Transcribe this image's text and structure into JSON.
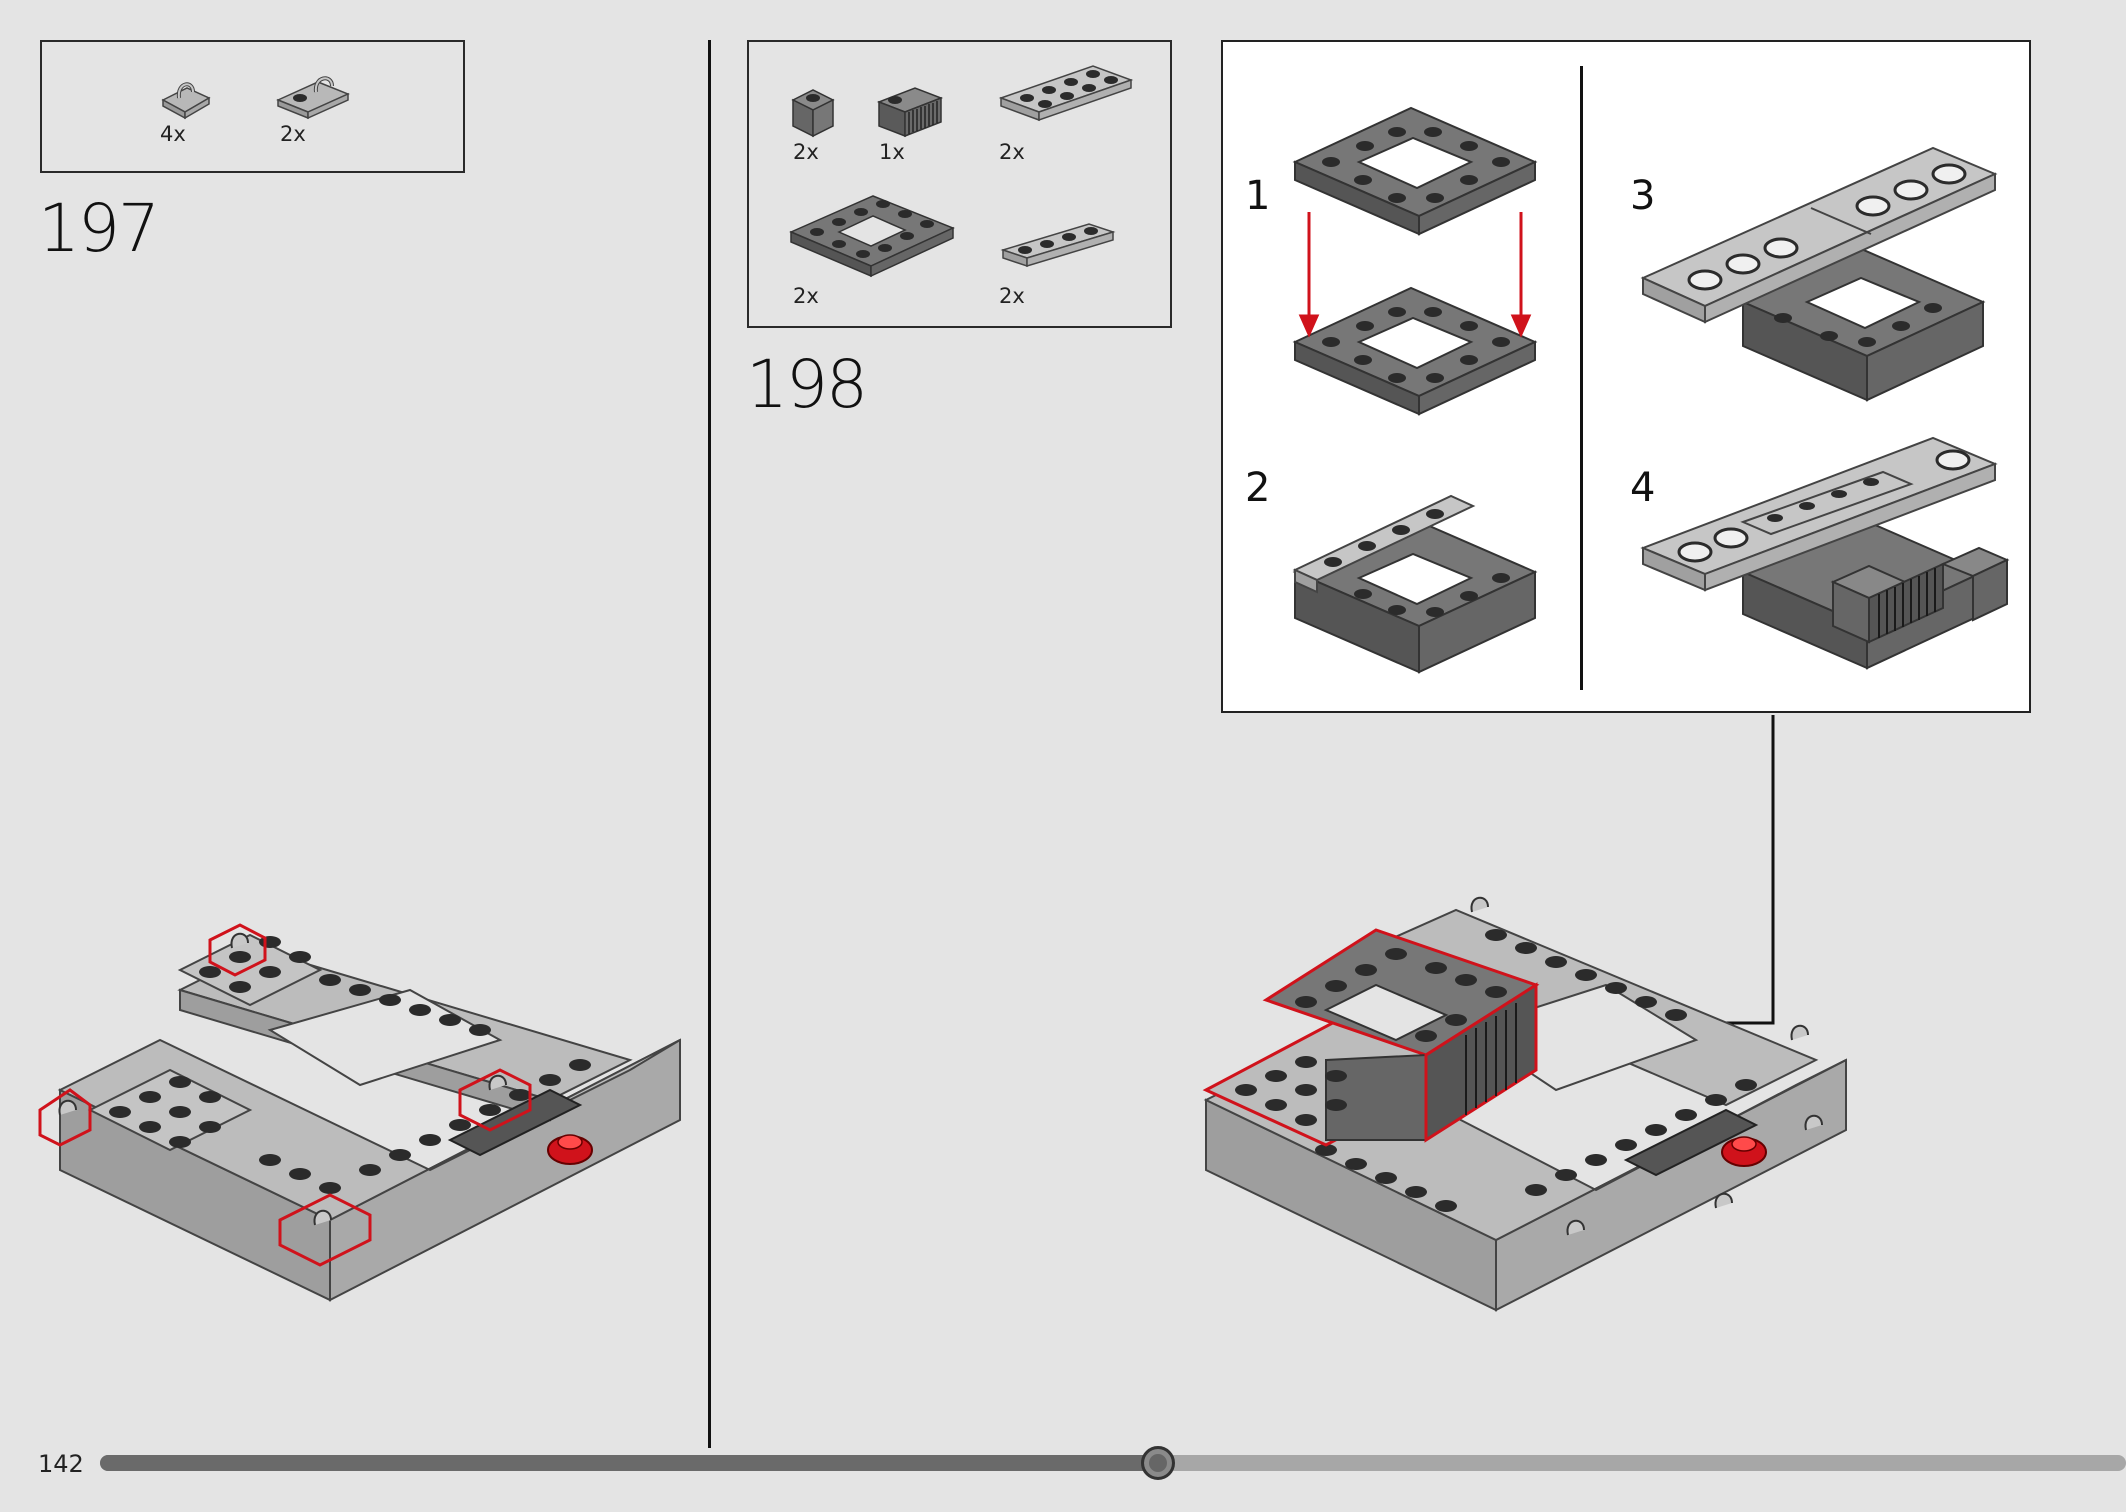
{
  "page": {
    "number": "142",
    "progress": 0.5222
  },
  "steps": [
    {
      "number": "197",
      "parts": [
        {
          "qty": "4x",
          "icon": "clip-plate-icon"
        },
        {
          "qty": "2x",
          "icon": "clip-plate-1x2-icon"
        }
      ]
    },
    {
      "number": "198",
      "parts": [
        {
          "qty": "2x",
          "icon": "brick-1x1-dark-icon"
        },
        {
          "qty": "1x",
          "icon": "grille-brick-dark-icon"
        },
        {
          "qty": "2x",
          "icon": "plate-2x4-light-icon"
        },
        {
          "qty": "2x",
          "icon": "frame-plate-4x4-dark-icon"
        },
        {
          "qty": "2x",
          "icon": "plate-1x4-light-icon"
        }
      ],
      "substeps": [
        "1",
        "2",
        "3",
        "4"
      ]
    }
  ],
  "colors": {
    "background": "#e4e4e4",
    "highlight": "#d0121b",
    "dark_bley": "#666666",
    "light_bley": "#b8b8b8",
    "stud": "#2b2b2b"
  }
}
